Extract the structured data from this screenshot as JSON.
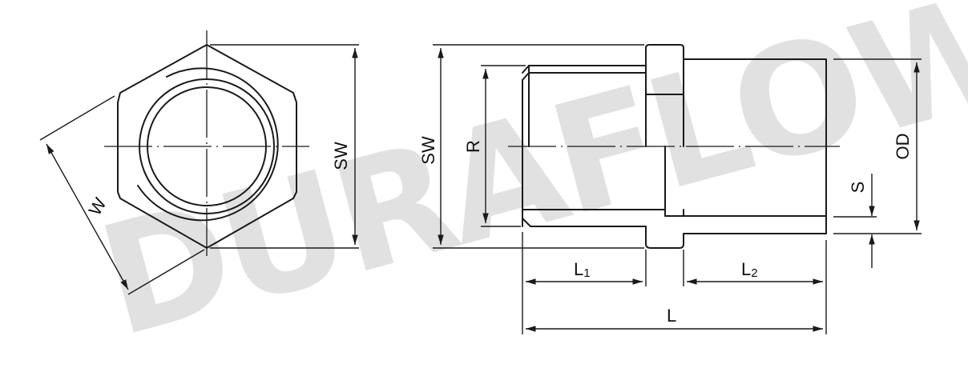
{
  "watermark": {
    "text": "DURAFLOW",
    "color": "#e1e1e1"
  },
  "front_view": {
    "labels": {
      "across_flats": "SW",
      "across_corners": "W"
    }
  },
  "side_view": {
    "labels": {
      "hex_size": "SW",
      "thread": "R",
      "outer_diameter": "OD",
      "wall_thickness": "S",
      "length_1_main": "L",
      "length_1_sub": "1",
      "length_2_main": "L",
      "length_2_sub": "2",
      "total_length": "L"
    }
  },
  "colors": {
    "ink": "#1a1a1a",
    "background": "#ffffff"
  }
}
